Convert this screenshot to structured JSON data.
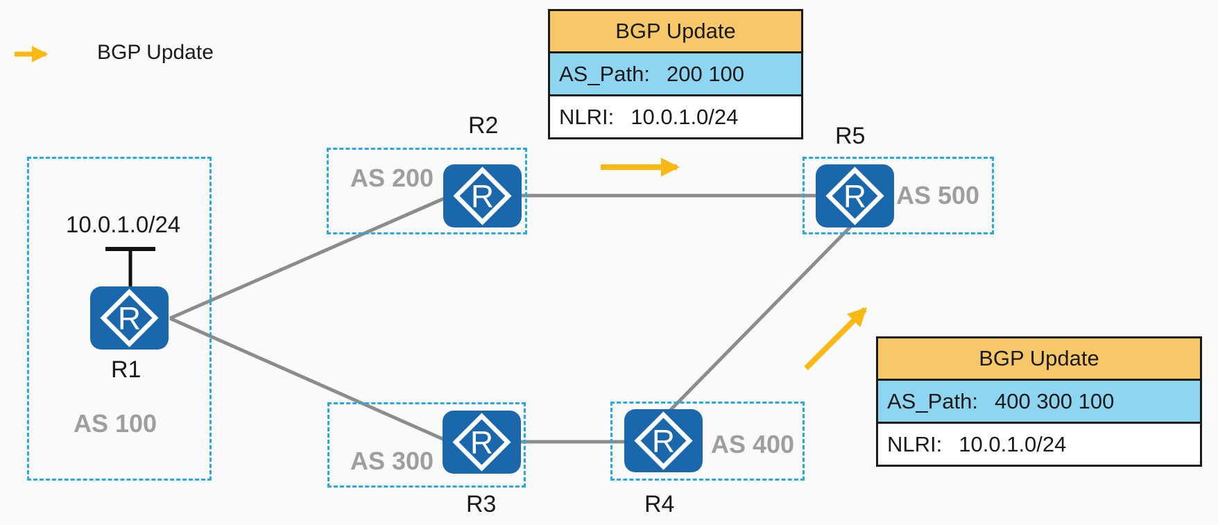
{
  "legend": {
    "label": "BGP Update"
  },
  "network_prefix": "10.0.1.0/24",
  "icons": {
    "router_glyph": "R"
  },
  "colors": {
    "router_blue": "#1A67AC",
    "as_border_cyan": "#2AA9E0",
    "as_label_gray": "#9E9E9E",
    "link_gray": "#8C8C8C",
    "arrow_yellow": "#FBB712",
    "table_header_orange": "#F7C768",
    "table_row_blue": "#8ED5F2",
    "text_black": "#1a1a1a"
  },
  "routers": [
    {
      "label": "R1"
    },
    {
      "label": "R2"
    },
    {
      "label": "R3"
    },
    {
      "label": "R4"
    },
    {
      "label": "R5"
    }
  ],
  "as_groups": [
    {
      "label": "AS 100"
    },
    {
      "label": "AS 200"
    },
    {
      "label": "AS 300"
    },
    {
      "label": "AS 400"
    },
    {
      "label": "AS 500"
    }
  ],
  "bgp_tables": {
    "top": {
      "title": "BGP Update",
      "as_path_label": "AS_Path:",
      "as_path_value": "200 100",
      "nlri_label": "NLRI:",
      "nlri_value": "10.0.1.0/24"
    },
    "right": {
      "title": "BGP Update",
      "as_path_label": "AS_Path:",
      "as_path_value": "400 300 100",
      "nlri_label": "NLRI:",
      "nlri_value": "10.0.1.0/24"
    }
  }
}
